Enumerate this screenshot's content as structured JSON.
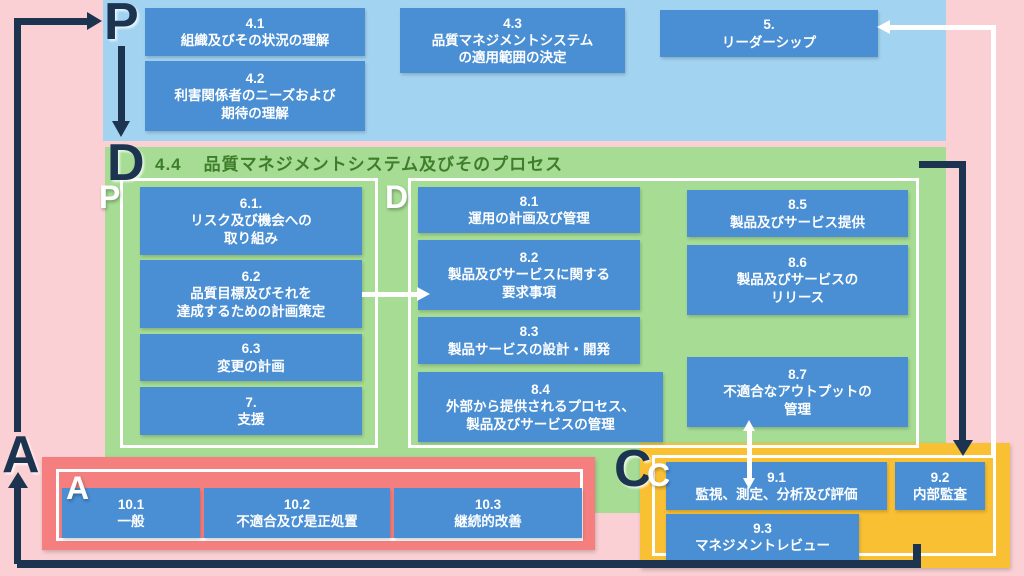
{
  "colors": {
    "background": "#fbd0d4",
    "blue_band": "#a2d4f1",
    "green": "#a6dc94",
    "box_blue": "#4a8fd4",
    "salmon": "#f57f7f",
    "yellow": "#f9c033",
    "navy": "#1d3451",
    "heading_green": "#3e7e2a",
    "white": "#ffffff"
  },
  "pdca": {
    "plan_letter": "P",
    "do_letter": "D",
    "act_letter": "A",
    "check_letter": "C"
  },
  "top_section": {
    "boxes": {
      "b41": {
        "num": "4.1",
        "label": "組織及びその状況の理解"
      },
      "b42": {
        "num": "4.2",
        "label": "利害関係者のニーズおよび\n期待の理解"
      },
      "b43": {
        "num": "4.3",
        "label": "品質マネジメントシステム\nの適用範囲の決定"
      },
      "b5": {
        "num": "5.",
        "label": "リーダーシップ"
      }
    }
  },
  "qms_section": {
    "heading_num": "4.4",
    "heading_text": "品質マネジメントシステム及びそのプロセス",
    "plan_label": "P",
    "do_label": "D",
    "boxes": {
      "b61": {
        "num": "6.1.",
        "label": "リスク及び機会への\n取り組み"
      },
      "b62": {
        "num": "6.2",
        "label": "品質目標及びそれを\n達成するための計画策定"
      },
      "b63": {
        "num": "6.3",
        "label": "変更の計画"
      },
      "b7": {
        "num": "7.",
        "label": "支援"
      },
      "b81": {
        "num": "8.1",
        "label": "運用の計画及び管理"
      },
      "b82": {
        "num": "8.2",
        "label": "製品及びサービスに関する\n要求事項"
      },
      "b83": {
        "num": "8.3",
        "label": "製品サービスの設計・開発"
      },
      "b84": {
        "num": "8.4",
        "label": "外部から提供されるプロセス、\n製品及びサービスの管理"
      },
      "b85": {
        "num": "8.5",
        "label": "製品及びサービス提供"
      },
      "b86": {
        "num": "8.6",
        "label": "製品及びサービスの\nリリース"
      },
      "b87": {
        "num": "8.7",
        "label": "不適合なアウトプットの\n管理"
      }
    }
  },
  "act_section": {
    "letter": "A",
    "boxes": {
      "b101": {
        "num": "10.1",
        "label": "一般"
      },
      "b102": {
        "num": "10.2",
        "label": "不適合及び是正処置"
      },
      "b103": {
        "num": "10.3",
        "label": "継続的改善"
      }
    }
  },
  "check_section": {
    "letter": "C",
    "boxes": {
      "b91": {
        "num": "9.1",
        "label": "監視、測定、分析及び評価"
      },
      "b92": {
        "num": "9.2",
        "label": "内部監査"
      },
      "b93": {
        "num": "9.3",
        "label": "マネジメントレビュー"
      }
    }
  }
}
